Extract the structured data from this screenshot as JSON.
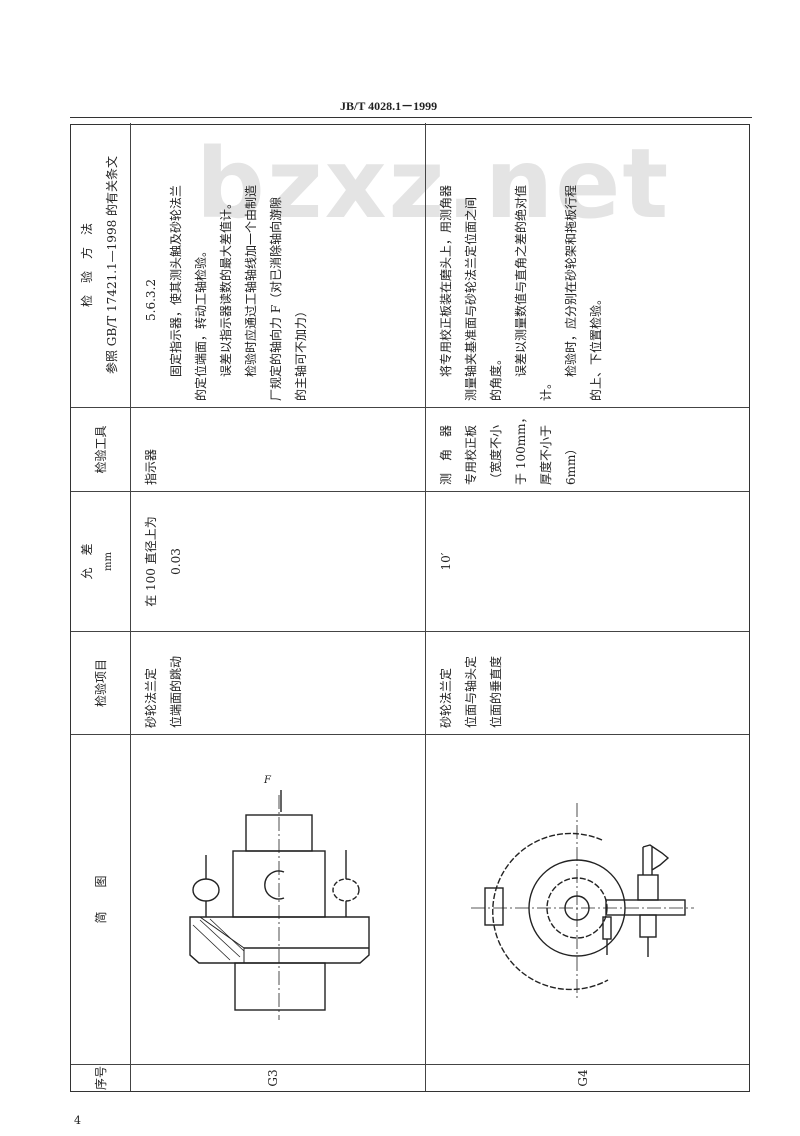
{
  "header": {
    "standard_number": "JB/T 4028.1－1999"
  },
  "watermark": "bzxz.net",
  "page_number": "4",
  "table": {
    "columns": {
      "no": "序号",
      "diagram": "简　　图",
      "item": "检验项目",
      "tolerance": "允　差",
      "tolerance_unit": "mm",
      "tool": "检验工具",
      "method": "检　验　方　法",
      "method_ref": "参照 GB/T 17421.1—1998 的有关条文"
    },
    "rows": [
      {
        "no": "G3",
        "item": [
          "砂轮法兰定",
          "位端面的跳动"
        ],
        "tolerance": [
          "在 100 直径上为",
          "0.03"
        ],
        "tool": [
          "指示器"
        ],
        "method": [
          "5.6.3.2",
          "固定指示器，使其测头触及砂轮法兰",
          "的定位端面，转动工轴检验。",
          "误差以指示器读数的最大差值计。",
          "检验时应通过工轴轴线加一个由制造",
          "厂规定的轴向力 F（对已消除轴向游隙",
          "的主轴可不加力）"
        ],
        "diagram_label": "F"
      },
      {
        "no": "G4",
        "item": [
          "砂轮法兰定",
          "位面与轴头定",
          "位面的垂直度"
        ],
        "tolerance": [
          "10′"
        ],
        "tool": [
          "测　角　器",
          "专用校正板",
          "（宽度不小",
          "于 100mm，",
          "厚度不小于",
          "6mm）"
        ],
        "method": [
          "将专用校正板装在磨头上，用测角器",
          "测量轴夹基准面与砂轮法兰定位面之间",
          "的角度。",
          "误差以测量数值与直角之差的绝对值",
          "计。",
          "检验时，应分别在砂轮架和拖板行程",
          "的上、下位置检验。"
        ]
      }
    ]
  }
}
